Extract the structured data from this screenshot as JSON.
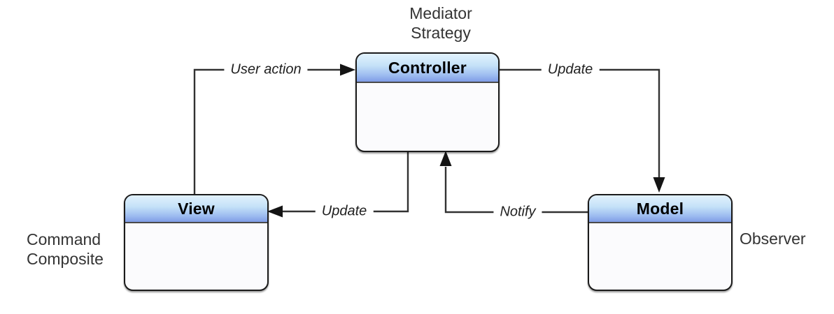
{
  "diagram": {
    "nodes": [
      {
        "id": "controller",
        "title": "Controller"
      },
      {
        "id": "view",
        "title": "View"
      },
      {
        "id": "model",
        "title": "Model"
      }
    ],
    "annotations": {
      "controller": [
        "Mediator",
        "Strategy"
      ],
      "view": [
        "Command",
        "Composite"
      ],
      "model": [
        "Observer"
      ]
    },
    "edges": [
      {
        "id": "user-action",
        "label": "User action",
        "from": "View",
        "to": "Controller"
      },
      {
        "id": "update-model",
        "label": "Update",
        "from": "Controller",
        "to": "Model"
      },
      {
        "id": "update-view",
        "label": "Update",
        "from": "Controller",
        "to": "View"
      },
      {
        "id": "notify",
        "label": "Notify",
        "from": "Model",
        "to": "Controller"
      }
    ],
    "colors": {
      "node_header_top": "#e2f2fd",
      "node_header_bottom": "#7f9ce6",
      "node_body": "#fbfbfd",
      "node_border": "#1b1b1b",
      "connector": "#323232",
      "arrowhead": "#141414",
      "annotation_text": "#343434",
      "edge_label_text": "#1f1f1f"
    }
  }
}
